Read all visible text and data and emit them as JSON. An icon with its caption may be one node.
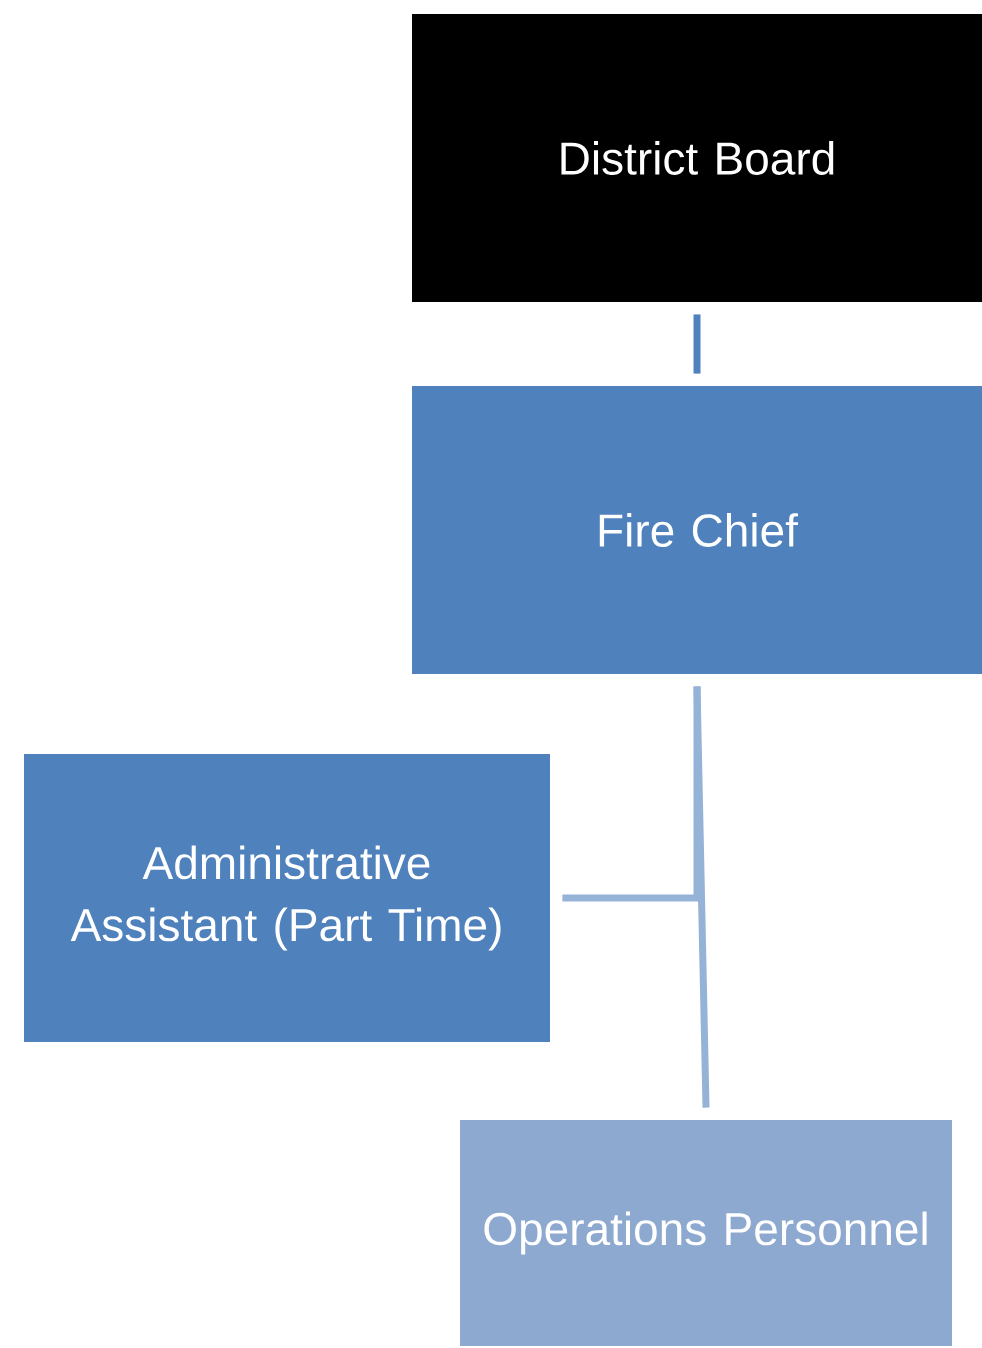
{
  "diagram": {
    "nodes": [
      {
        "text": [
          "District Board"
        ]
      },
      {
        "text": [
          "Fire Chief"
        ]
      },
      {
        "text": [
          "Administrative Assistant (Part Time)"
        ]
      },
      {
        "text": [
          "Operations Personnel"
        ]
      }
    ],
    "edges": [
      {
        "from": 0,
        "to": 1,
        "arrow": "none",
        "color": "#4f81bd"
      },
      {
        "from": 1,
        "to": 2,
        "arrow": "none"
      },
      {
        "from": 1,
        "to": 3,
        "arrow": "none"
      }
    ]
  }
}
